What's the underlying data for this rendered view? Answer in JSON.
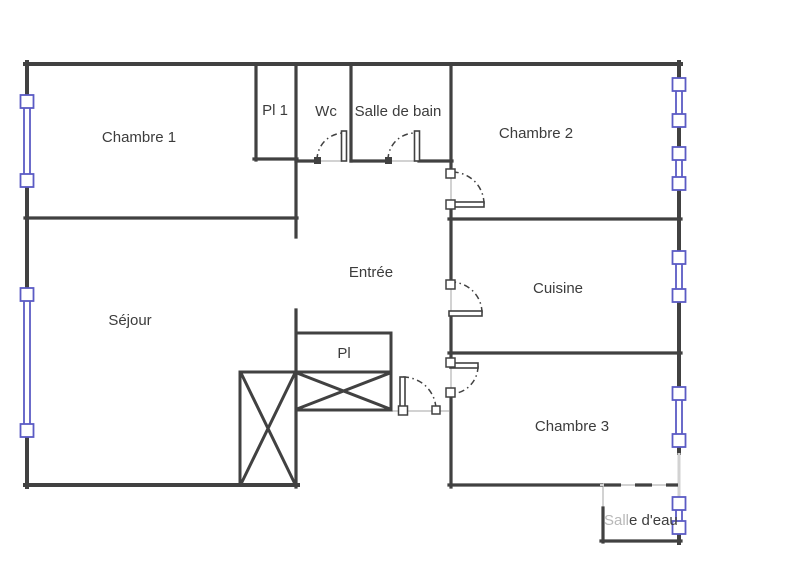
{
  "colors": {
    "wall": "#414141",
    "window": "#5b5bc4",
    "light": "#d2d2d2",
    "label": "#3c3c3c",
    "label_muted": "#b8b8b8",
    "background": "#ffffff"
  },
  "rooms": {
    "chambre1": {
      "label": "Chambre 1"
    },
    "pl1": {
      "label": "Pl 1"
    },
    "wc": {
      "label": "Wc"
    },
    "salle_de_bain": {
      "label": "Salle de bain"
    },
    "chambre2": {
      "label": "Chambre 2"
    },
    "entree": {
      "label": "Entrée"
    },
    "cuisine": {
      "label": "Cuisine"
    },
    "sejour": {
      "label": "Séjour"
    },
    "pl": {
      "label": "Pl"
    },
    "chambre3": {
      "label": "Chambre 3"
    },
    "salle_deau": {
      "label_light": "Sall",
      "label_dark": "e d'eau"
    }
  }
}
